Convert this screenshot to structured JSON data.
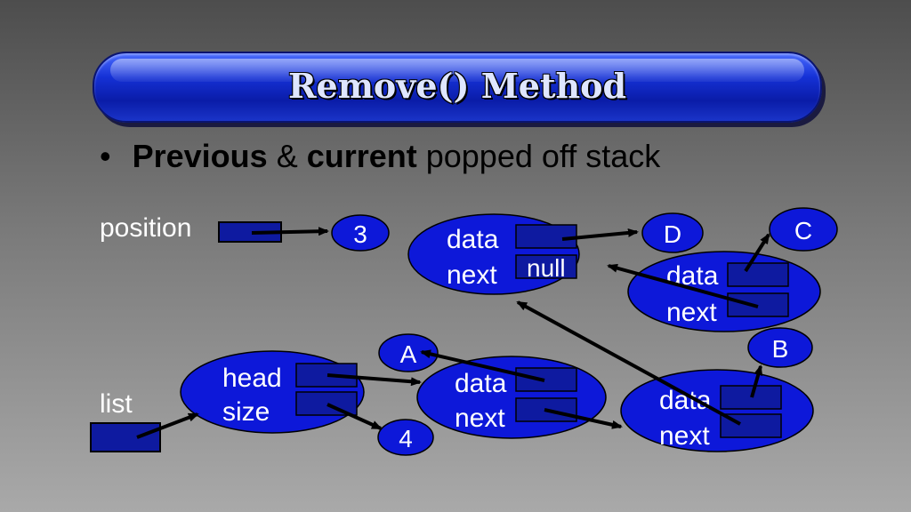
{
  "slide": {
    "title": "Remove() Method",
    "bullet": {
      "marker": "•",
      "bold1": "Previous",
      "amp": " & ",
      "bold2": "current",
      "rest": " popped off stack"
    }
  },
  "diagram": {
    "position_label": "position",
    "list_label": "list",
    "position_value": "3",
    "size_value": "4",
    "letters": {
      "A": "A",
      "B": "B",
      "C": "C",
      "D": "D"
    },
    "list_node": {
      "field1": "head",
      "field2": "size"
    },
    "node_fields": {
      "data": "data",
      "next": "next"
    },
    "null_text": "null"
  },
  "colors": {
    "node_fill": "#0d18d9",
    "box_fill": "#0e1aa0",
    "text": "#ffffff"
  }
}
